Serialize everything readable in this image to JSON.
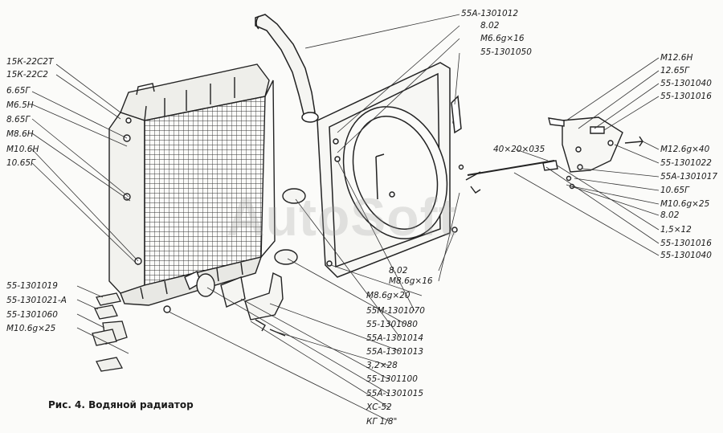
{
  "caption": "Рис. 4. Водяной радиатор",
  "watermark": "AutoSoft",
  "labels": {
    "l_15k22c2t": "15К-22С2Т",
    "l_15k22c2": "15К-22С2",
    "l_665g": "6.65Г",
    "l_m65n": "М6.5Н",
    "l_865g": "8.65Г",
    "l_m86n": "М8.6Н",
    "l_m106n": "М10.6Н",
    "l_1065g": "10.65Г",
    "l_1301019": "55-1301019",
    "l_1301021a": "55-1301021-А",
    "l_1301060": "55-1301060",
    "l_m106g25_left": "М10.6g×25",
    "l_55a1301012": "55А-1301012",
    "l_802_top": "8.02",
    "l_m66g16_top": "М6.6g×16",
    "l_1301050": "55-1301050",
    "l_m126n": "М12.6Н",
    "l_1265g": "12.65Г",
    "l_1301040_r1": "55-1301040",
    "l_1301016_r1": "55-1301016",
    "l_40x20": "40×20×035",
    "l_m126g40": "М12.6g×40",
    "l_1301022": "55-1301022",
    "l_55a1301017": "55А-1301017",
    "l_1065g_r": "10.65Г",
    "l_m106g25_r": "М10.6g×25",
    "l_802_r": "8.02",
    "l_15x12": "1,5×12",
    "l_1301016_r2": "55-1301016",
    "l_1301040_r2": "55-1301040",
    "l_802_mid": "8.02",
    "l_m86g16": "М8.6g×16",
    "l_m86g20": "М8.6g×20",
    "l_55m1301070": "55М-1301070",
    "l_1301080": "55-1301080",
    "l_55a1301014": "55А-1301014",
    "l_55a1301013": "55А-1301013",
    "l_32x28": "3,2×28",
    "l_1301100": "55-1301100",
    "l_55a1301015": "55А-1301015",
    "l_xc52": "ХС-52",
    "l_kg18": "КГ 1/8\""
  }
}
